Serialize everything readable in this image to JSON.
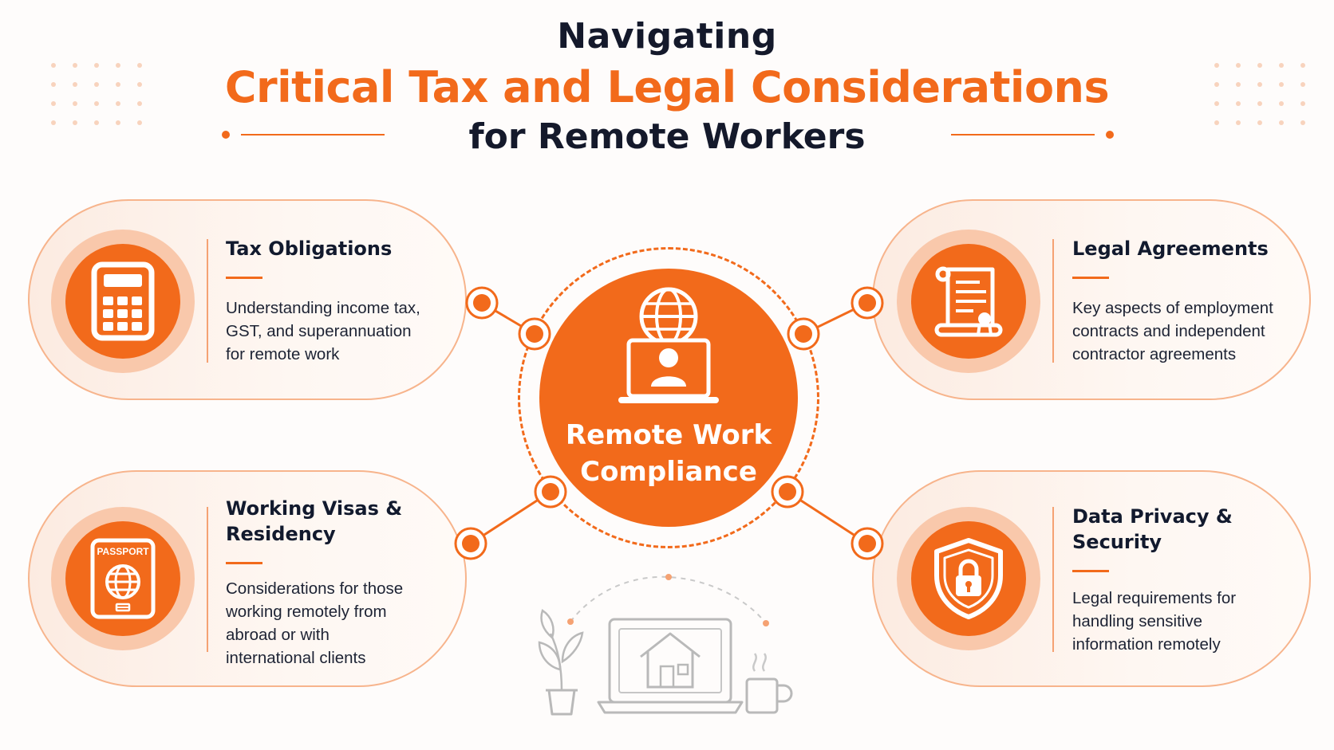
{
  "header": {
    "line1": "Navigating",
    "line2": "Critical Tax and Legal Considerations",
    "line3": "for Remote Workers"
  },
  "center": {
    "label": "Remote Work\nCompliance",
    "icon": "globe-laptop-person-icon"
  },
  "cards": {
    "tax": {
      "title": "Tax Obligations",
      "body": "Understanding income tax,\nGST, and superannuation\nfor remote work",
      "icon": "calculator-icon"
    },
    "legal": {
      "title": "Legal Agreements",
      "body": "Key aspects of employment\ncontracts and independent\ncontractor agreements",
      "icon": "contract-scroll-icon"
    },
    "visas": {
      "title": "Working Visas &\nResidency",
      "body": "Considerations for those\nworking remotely from\nabroad or with\ninternational clients",
      "icon": "passport-icon",
      "icon_text": "PASSPORT"
    },
    "privacy": {
      "title": "Data Privacy &\nSecurity",
      "body": "Legal requirements for\nhandling sensitive\ninformation remotely",
      "icon": "shield-lock-icon"
    }
  },
  "illustration": {
    "icon": "home-office-illustration-icon"
  },
  "colors": {
    "accent": "#f26a1b",
    "accent_light": "#f9c8ab",
    "navy": "#14192b",
    "card_bg": "#fcebe1"
  }
}
